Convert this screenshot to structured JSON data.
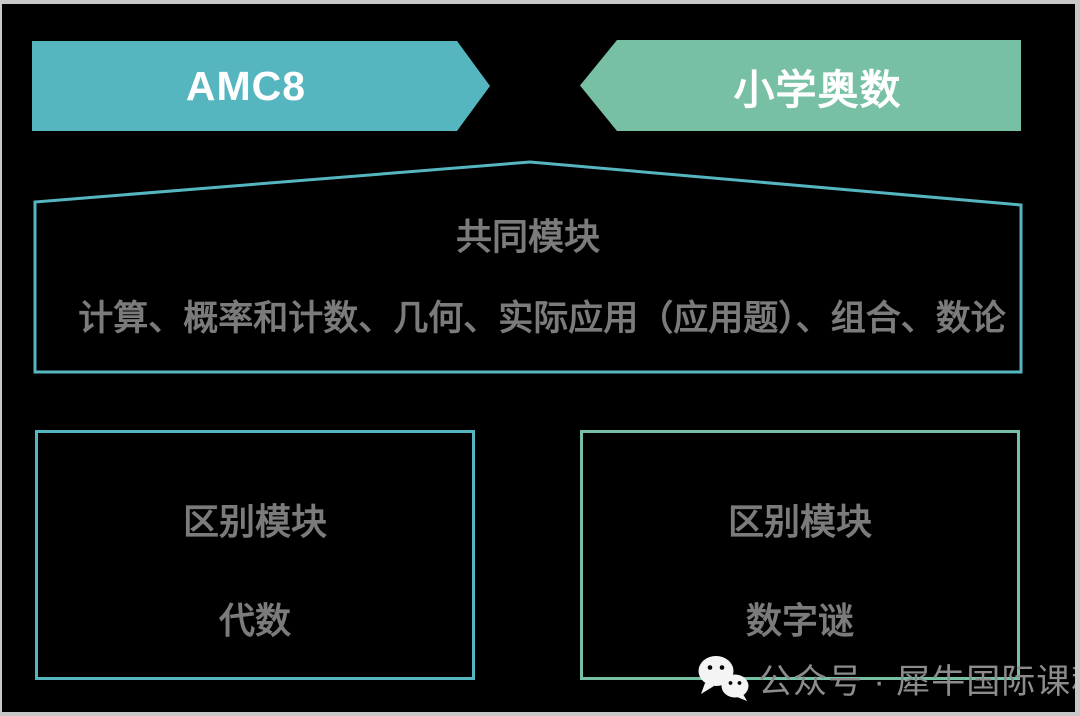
{
  "colors": {
    "background": "#000000",
    "frame_border": "#c8c8c8",
    "teal": "#55b6c0",
    "green": "#78c0a4",
    "text_gray": "#7b7b7b",
    "watermark_gray": "#8c8c8c"
  },
  "banners": {
    "left": {
      "label": "AMC8"
    },
    "right": {
      "label": "小学奥数"
    }
  },
  "common_module": {
    "title": "共同模块",
    "items": "计算、概率和计数、几何、实际应用（应用题）、组合、数论"
  },
  "left_module": {
    "title": "区别模块",
    "content": "代数"
  },
  "right_module": {
    "title": "区别模块",
    "content": "数字谜"
  },
  "watermark": {
    "icon": "wechat-icon",
    "text": "公众号 · 犀牛国际课程"
  }
}
